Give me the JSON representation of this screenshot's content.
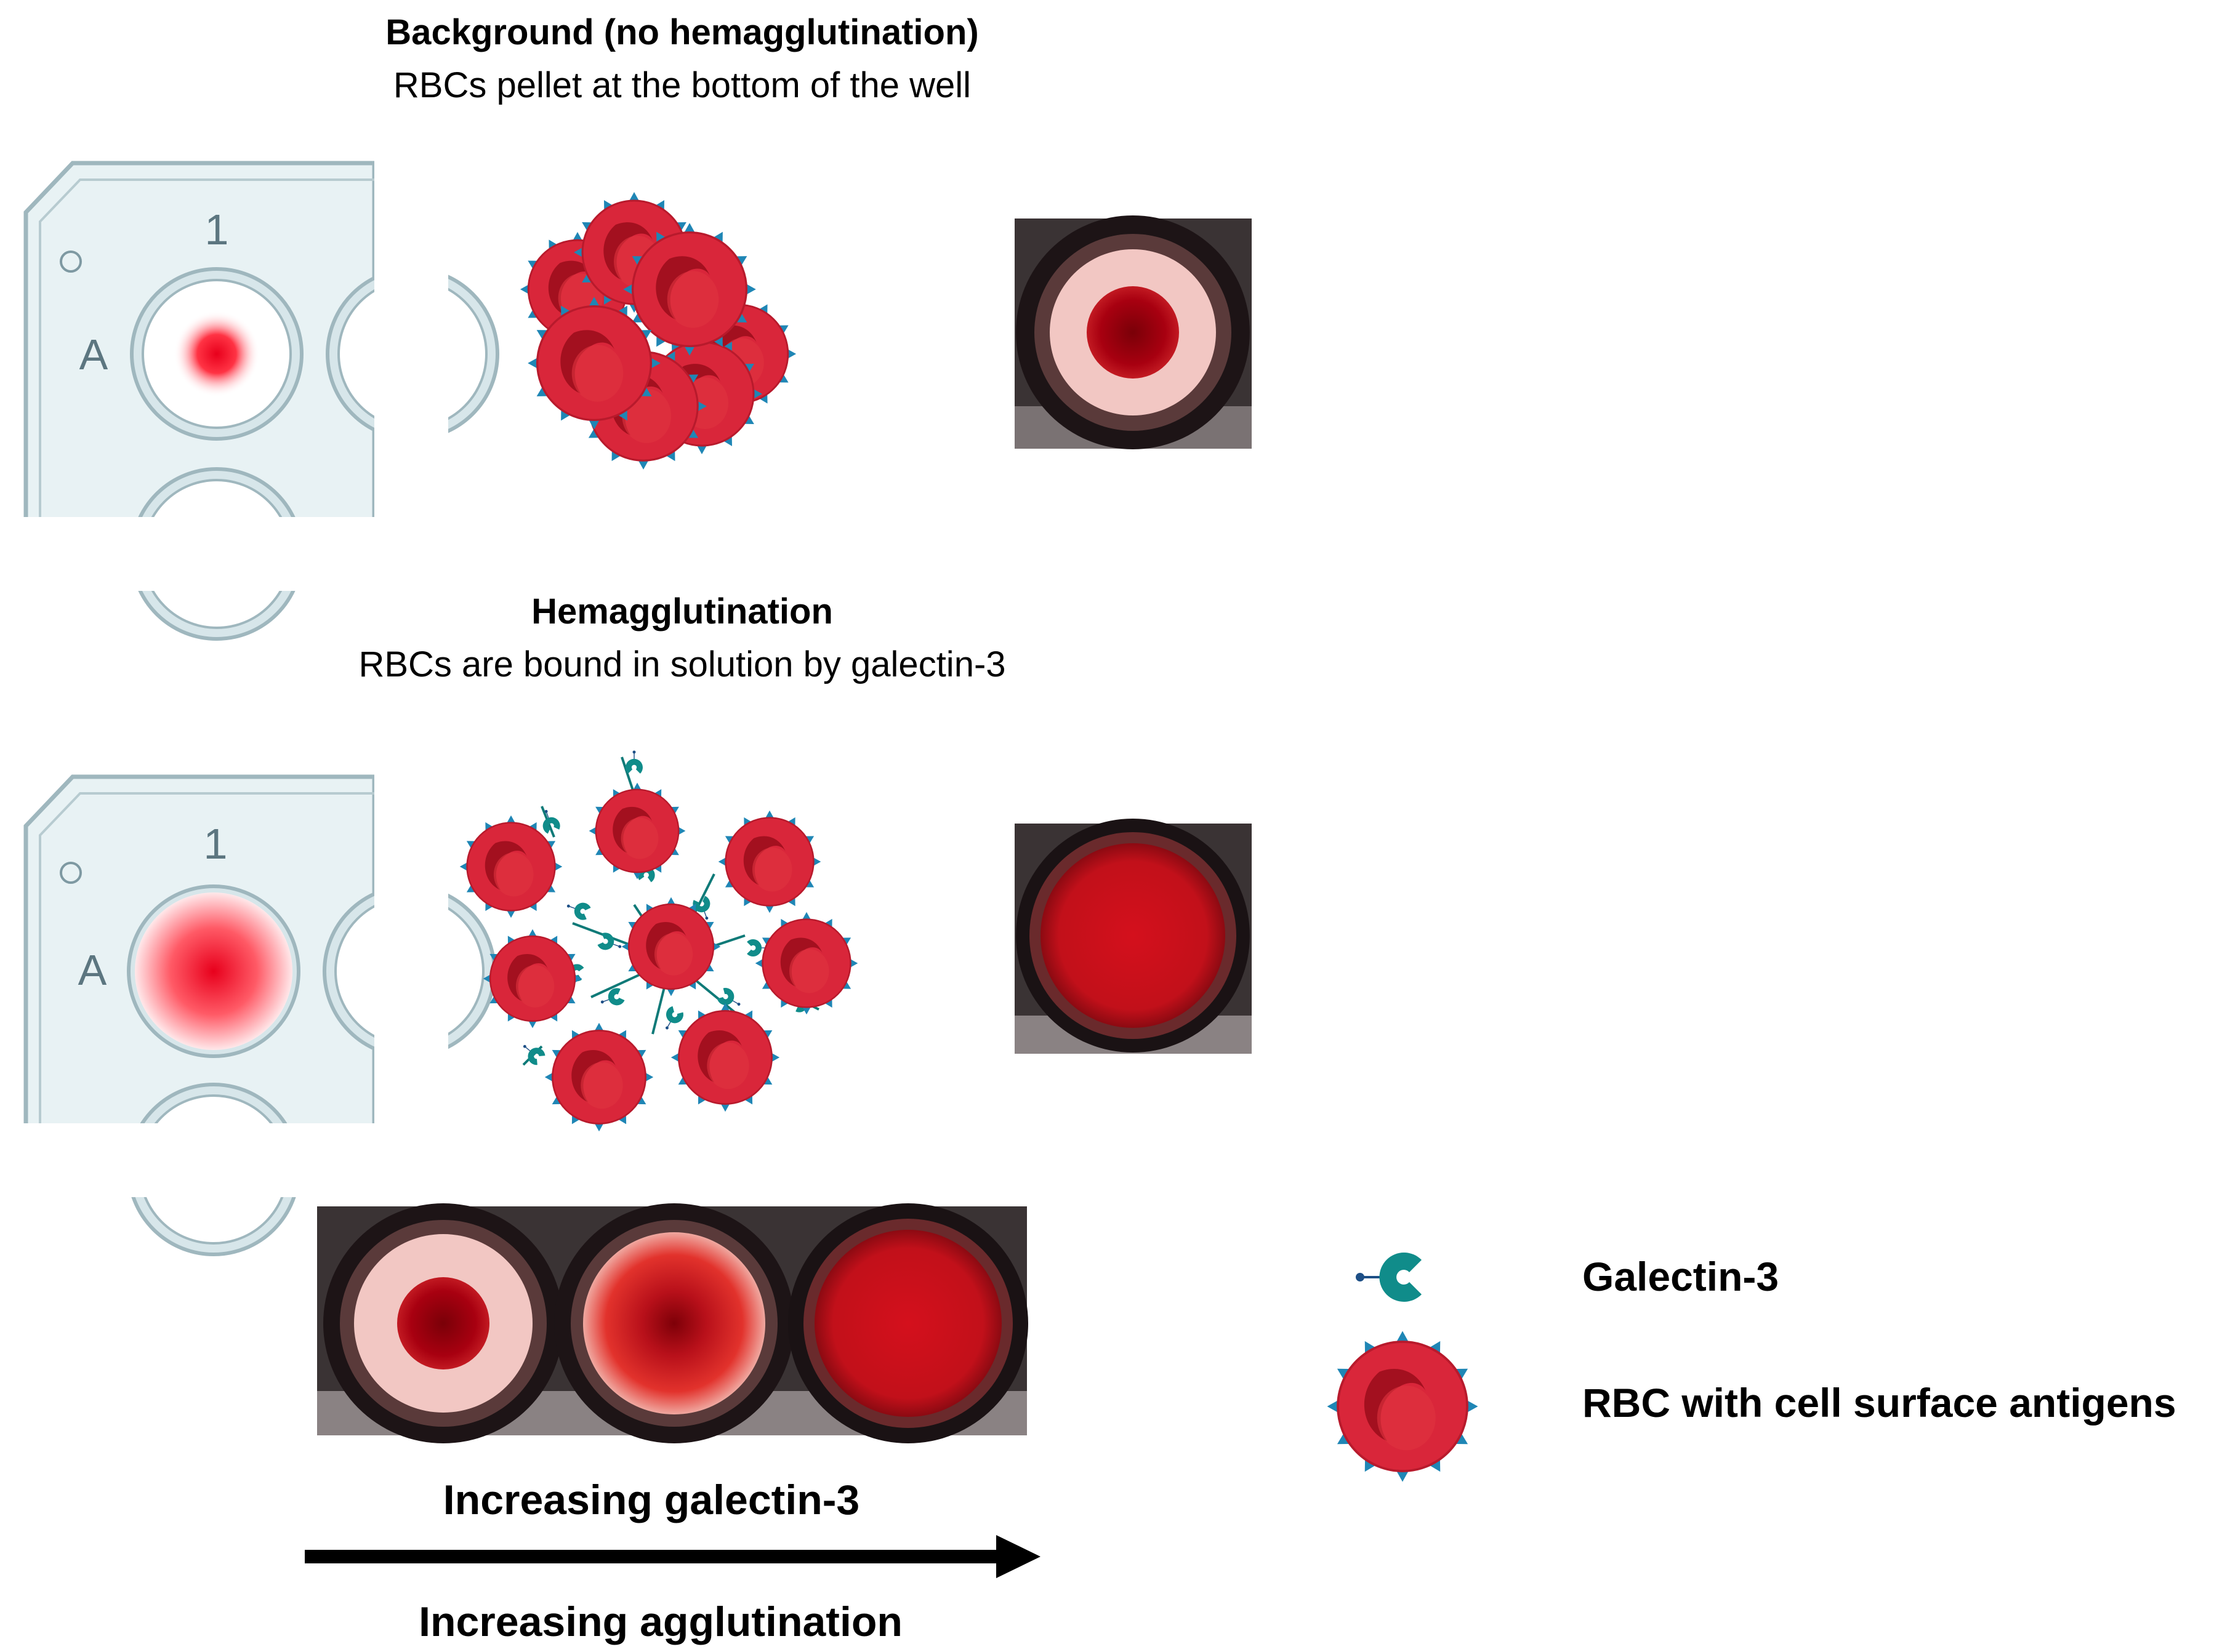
{
  "panel_top": {
    "title": "Background (no hemagglutination)",
    "subtitle": "RBCs pellet at the bottom of the well",
    "plate": {
      "column_label": "1",
      "row_label": "A"
    }
  },
  "panel_middle": {
    "title": "Hemagglutination",
    "subtitle": "RBCs are bound in solution by galectin-3",
    "plate": {
      "column_label": "1",
      "row_label": "A"
    }
  },
  "gradient_strip": {
    "top_label": "Increasing galectin-3",
    "bottom_label": "Increasing agglutination"
  },
  "legend": {
    "galectin_label": "Galectin-3",
    "rbc_label": "RBC with cell surface antigens"
  },
  "colors": {
    "rbc_fill": "#d9263a",
    "rbc_center": "#a3101f",
    "antigen": "#1f86b5",
    "galectin": "#108c8a",
    "plate": "#e8f2f4",
    "plate_border": "#9fb7be"
  }
}
